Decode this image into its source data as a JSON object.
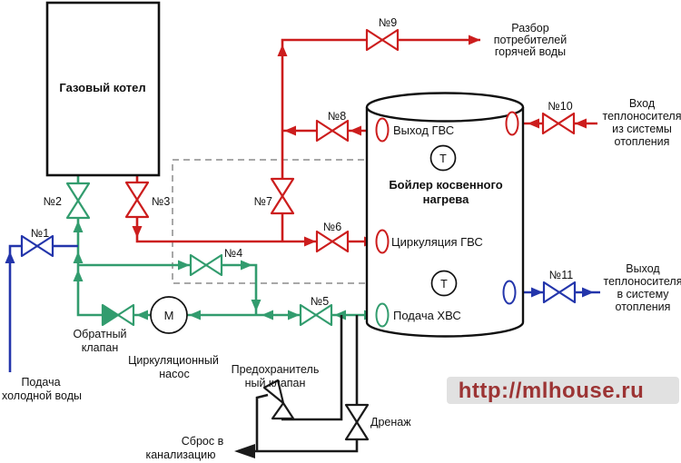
{
  "components": {
    "gas_boiler": "Газовый котел",
    "indirect_boiler": [
      "Бойлер косвенного",
      "нагрева"
    ],
    "pump_letter": "М",
    "sensor_letter": "Т",
    "check_valve": [
      "Обратный",
      "клапан"
    ],
    "circulation_pump": [
      "Циркуляционный",
      "насос"
    ],
    "safety_valve": [
      "Предохранитель",
      "ный клапан"
    ],
    "drain_valve": "Дренаж"
  },
  "valves": [
    "№1",
    "№2",
    "№3",
    "№4",
    "№5",
    "№6",
    "№7",
    "№8",
    "№9",
    "№10",
    "№11"
  ],
  "ports": {
    "dhw_out": "Выход ГВС",
    "dhw_circulation": "Циркуляция ГВС",
    "cold_in": "Подача ХВС"
  },
  "flow_labels": {
    "hot_water_draw": [
      "Разбор",
      "потребителей",
      "горячей воды"
    ],
    "heating_inlet": [
      "Вход",
      "теплоносителя",
      "из системы",
      "отопления"
    ],
    "heating_outlet": [
      "Выход",
      "теплоносителя",
      "в систему",
      "отопления"
    ],
    "cold_water_supply": [
      "Подача",
      "холодной воды"
    ],
    "sewer_discharge": [
      "Сброс в",
      "канализацию"
    ]
  },
  "watermark": "http://mlhouse.ru",
  "colors": {
    "hot_red": "#cc1d1d",
    "cold_green": "#329c6e",
    "water_blue": "#2335ab",
    "pipe_black": "#1a1a1a",
    "dashed_gray": "#8c8c8c",
    "watermark_red": "#9c3434",
    "watermark_bg": "#c9c9c9"
  }
}
